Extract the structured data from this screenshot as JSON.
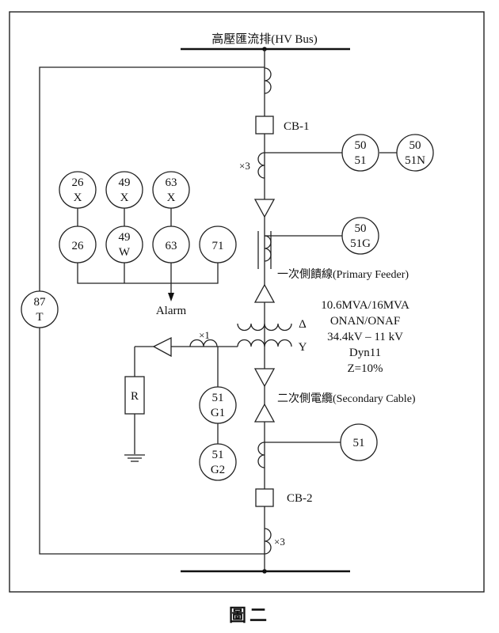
{
  "hv_bus_label": "高壓匯流排(HV Bus)",
  "cb1_label": "CB-1",
  "cb2_label": "CB-2",
  "ct_primary_ratio": "×3",
  "ct_lv_ratio": "×3",
  "ct_neutral_ratio": "×1",
  "primary_feeder_label": "一次側饋線(Primary Feeder)",
  "secondary_cable_label": "二次側電纜(Secondary Cable)",
  "transformer": {
    "lines": [
      "10.6MVA/16MVA",
      "ONAN/ONAF",
      "34.4kV – 11 kV",
      "Dyn11",
      "Z=10%"
    ],
    "hv_winding_symbol": "Δ",
    "lv_winding_symbol": "Y"
  },
  "relays": {
    "r50_51": [
      "50",
      "51"
    ],
    "r50_51N": [
      "50",
      "51N"
    ],
    "r50_51G": [
      "50",
      "51G"
    ],
    "r87T": [
      "87",
      "T"
    ],
    "r26X": [
      "26",
      "X"
    ],
    "r49X": [
      "49",
      "X"
    ],
    "r63X": [
      "63",
      "X"
    ],
    "r26": [
      "26"
    ],
    "r49W": [
      "49",
      "W"
    ],
    "r63": [
      "63"
    ],
    "r71": [
      "71"
    ],
    "r51G1": [
      "51",
      "G1"
    ],
    "r51G2": [
      "51",
      "G2"
    ],
    "r51": [
      "51"
    ]
  },
  "alarm_label": "Alarm",
  "resistor_label": "R",
  "figure_caption": "圖二"
}
